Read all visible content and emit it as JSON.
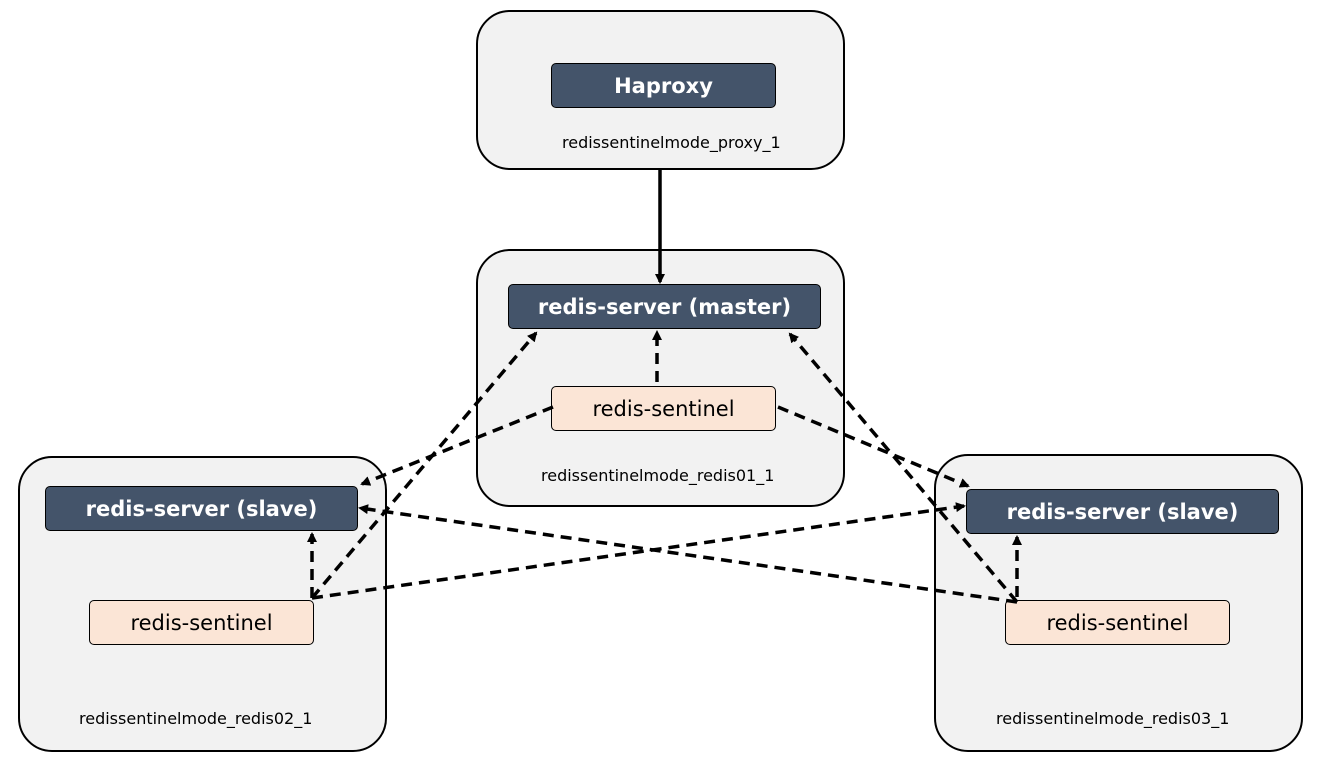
{
  "colors": {
    "server_fill": "#44546a",
    "sentinel_fill": "#fbe5d6",
    "container_fill": "#f2f2f2",
    "edge": "#000000"
  },
  "containers": {
    "proxy": {
      "label": "redissentinelmode_proxy_1",
      "node": "Haproxy"
    },
    "redis01": {
      "label": "redissentinelmode_redis01_1",
      "server": "redis-server (master)",
      "sentinel": "redis-sentinel"
    },
    "redis02": {
      "label": "redissentinelmode_redis02_1",
      "server": "redis-server (slave)",
      "sentinel": "redis-sentinel"
    },
    "redis03": {
      "label": "redissentinelmode_redis03_1",
      "server": "redis-server (slave)",
      "sentinel": "redis-sentinel"
    }
  },
  "edges": [
    {
      "from": "haproxy",
      "to": "master",
      "style": "solid"
    },
    {
      "from": "sentinel01",
      "to": "master",
      "style": "dashed"
    },
    {
      "from": "sentinel01",
      "to": "slave02",
      "style": "dashed"
    },
    {
      "from": "sentinel01",
      "to": "slave03",
      "style": "dashed"
    },
    {
      "from": "sentinel02",
      "to": "master",
      "style": "dashed"
    },
    {
      "from": "sentinel02",
      "to": "slave02",
      "style": "dashed"
    },
    {
      "from": "sentinel02",
      "to": "slave03",
      "style": "dashed"
    },
    {
      "from": "sentinel03",
      "to": "master",
      "style": "dashed"
    },
    {
      "from": "sentinel03",
      "to": "slave02",
      "style": "dashed"
    },
    {
      "from": "sentinel03",
      "to": "slave03",
      "style": "dashed"
    }
  ]
}
